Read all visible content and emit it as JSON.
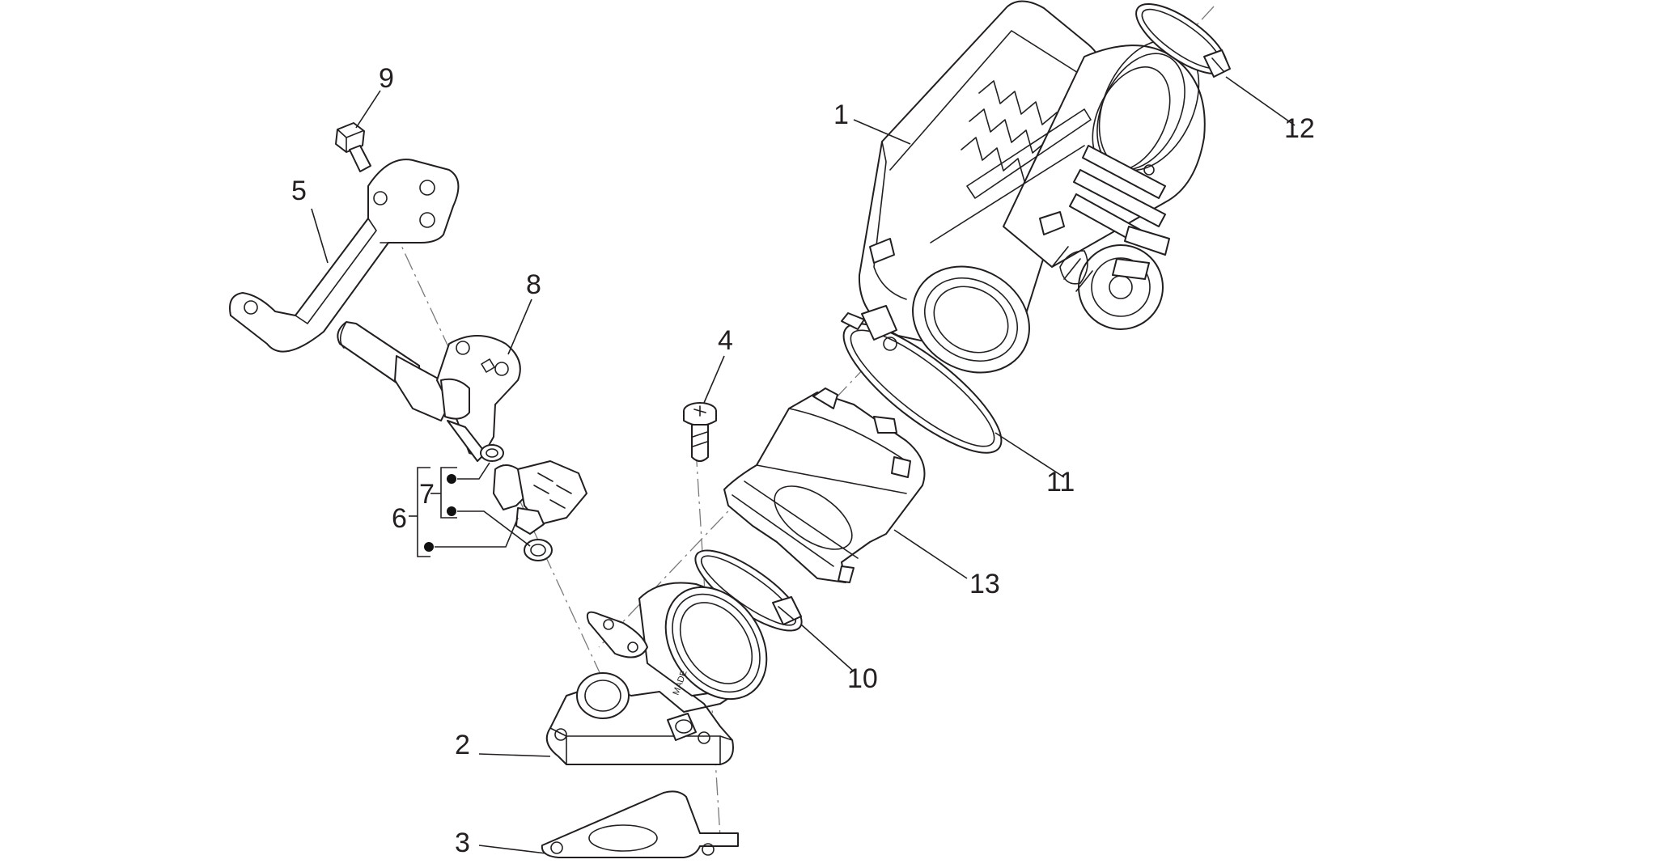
{
  "callouts": {
    "c1": "1",
    "c2": "2",
    "c3": "3",
    "c4": "4",
    "c5": "5",
    "c6": "6",
    "c7": "7",
    "c8": "8",
    "c9": "9",
    "c10": "10",
    "c11": "11",
    "c12": "12",
    "c13": "13"
  },
  "parts": [
    {
      "callout": "1",
      "name": "throttle-body"
    },
    {
      "callout": "2",
      "name": "intake-manifold"
    },
    {
      "callout": "3",
      "name": "manifold-gasket"
    },
    {
      "callout": "4",
      "name": "screw"
    },
    {
      "callout": "5",
      "name": "bracket"
    },
    {
      "callout": "6",
      "name": "injector-assembly"
    },
    {
      "callout": "7",
      "name": "o-rings"
    },
    {
      "callout": "8",
      "name": "fuel-rail-bracket"
    },
    {
      "callout": "9",
      "name": "bolt"
    },
    {
      "callout": "10",
      "name": "hose-clamp"
    },
    {
      "callout": "11",
      "name": "hose-clamp"
    },
    {
      "callout": "12",
      "name": "hose-clamp"
    },
    {
      "callout": "13",
      "name": "intake-sleeve"
    }
  ]
}
